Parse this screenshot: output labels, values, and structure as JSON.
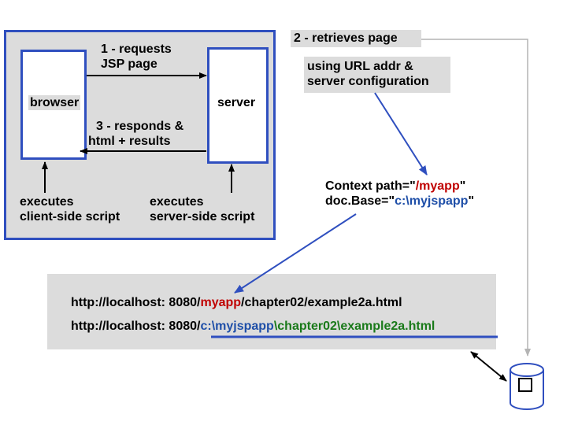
{
  "steps": {
    "step1": [
      "1 - requests",
      "JSP page"
    ],
    "step2_title": "2 - retrieves page",
    "step2_detail": [
      "using URL addr &",
      "server configuration"
    ],
    "step3": [
      "3 - responds &",
      "html + results"
    ]
  },
  "nodes": {
    "browser": "browser",
    "server": "server"
  },
  "executes": {
    "client": [
      "executes",
      "client-side script"
    ],
    "server": [
      "executes",
      "server-side script"
    ]
  },
  "context": {
    "line1_prefix": "Context path=\"",
    "line1_value": "/myapp",
    "line1_suffix": "\"",
    "line2_prefix": "doc.Base=\"",
    "line2_value": "c:\\myjspapp",
    "line2_suffix": "\""
  },
  "urls": {
    "url1_prefix": "http://localhost: 8080/",
    "url1_highlight": "myapp",
    "url1_rest": "/chapter02/example2a.html",
    "url2_prefix": "http://localhost: 8080/",
    "url2_highlight": "c:\\myjspapp",
    "url2_rest": "\\chapter02\\example2a.html"
  },
  "colors": {
    "frame_blue": "#2f4fbf",
    "highlight_red": "#c00000",
    "highlight_blue": "#1f4fa8",
    "highlight_green": "#1a7a1a",
    "panel_gray": "#dcdcdc"
  },
  "icons": [
    "database-icon"
  ]
}
